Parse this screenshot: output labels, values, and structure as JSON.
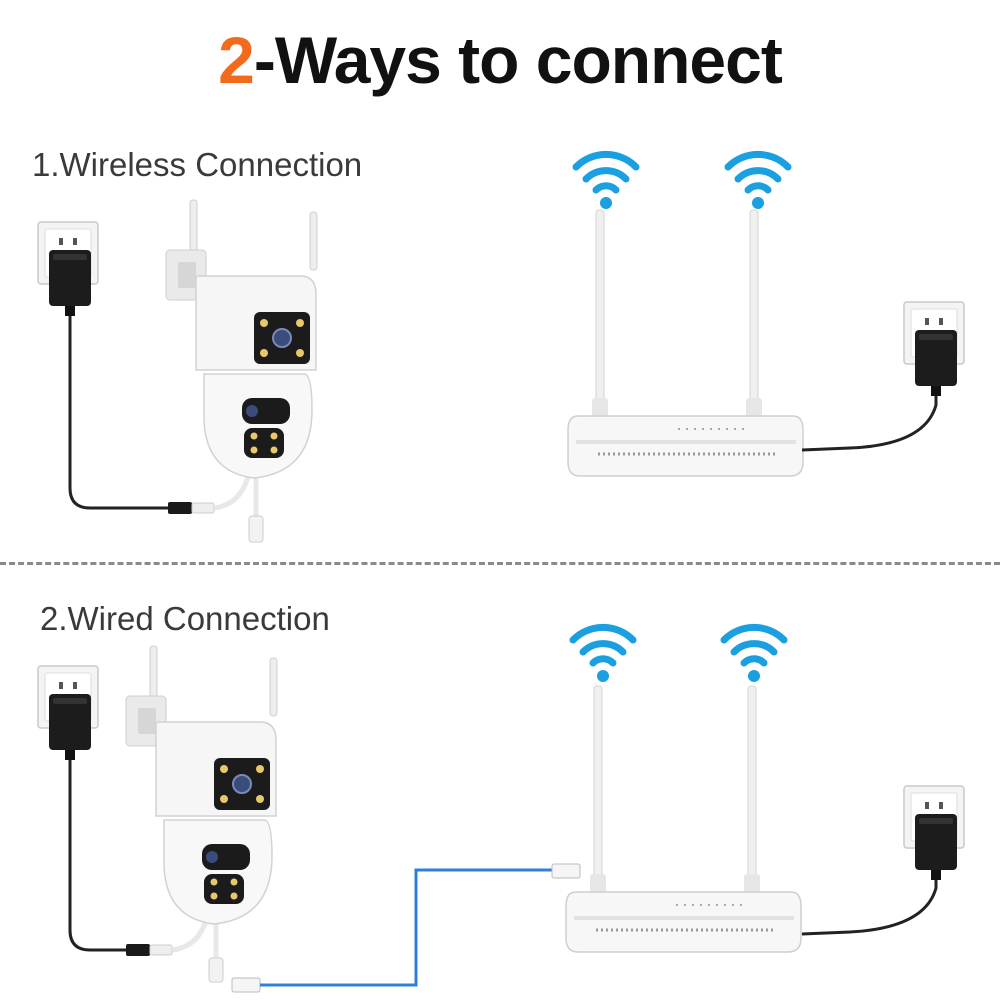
{
  "headline": {
    "number": "2",
    "text": "-Ways to connect"
  },
  "sections": [
    {
      "label": "1.Wireless Connection"
    },
    {
      "label": "2.Wired Connection"
    }
  ],
  "colors": {
    "accent": "#f26b1d",
    "wifi": "#1a9fe0",
    "ethernet_cable": "#2f7fd8",
    "power_cable": "#222222"
  },
  "icons": [
    "wifi-icon",
    "power-outlet-icon",
    "power-adapter-icon",
    "camera-icon",
    "router-icon",
    "ethernet-plug-icon"
  ]
}
